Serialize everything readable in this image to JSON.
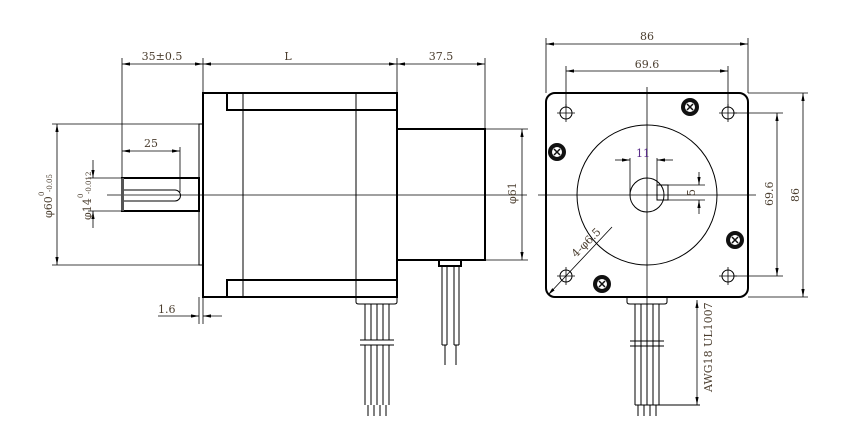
{
  "title": "Stepper motor outline drawing",
  "side_view": {
    "shaft_length": "35±0.5",
    "body_length": "L",
    "rear_length": "37.5",
    "key_length": "25",
    "pilot_diameter": "φ60",
    "pilot_tolerance_upper": "0",
    "pilot_tolerance_lower": "-0.05",
    "shaft_diameter": "φ14",
    "shaft_tolerance_upper": "0",
    "shaft_tolerance_lower": "-0.012",
    "pilot_height": "1.6",
    "rear_diameter": "φ61"
  },
  "front_view": {
    "width": "86",
    "hole_spacing": "69.6",
    "hole_spacing_vertical": "69.6",
    "height": "86",
    "shaft_flat_width": "11",
    "key_width": "5",
    "mounting_holes": "4-φ6.5",
    "lead_wire": "AWG18 UL1007"
  },
  "colors": {
    "text": "#4a3d2e",
    "dim_11": "#5a2d8a",
    "line": "#000000"
  }
}
